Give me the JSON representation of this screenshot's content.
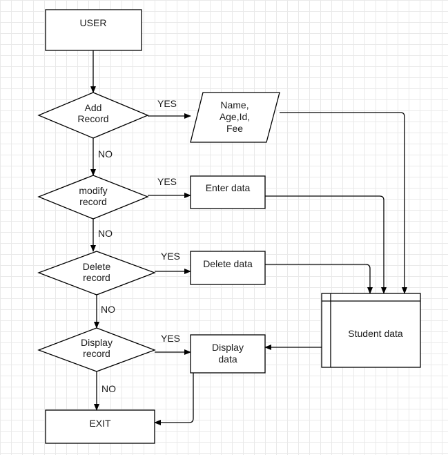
{
  "diagram": {
    "nodes": {
      "user": "USER",
      "add_record": [
        "Add",
        "Record"
      ],
      "modify_record": [
        "modify",
        "record"
      ],
      "delete_record": [
        "Delete",
        "record"
      ],
      "display_record": [
        "Display",
        "record"
      ],
      "exit": "EXIT",
      "fields": [
        "Name,",
        "Age,Id,",
        "Fee"
      ],
      "enter_data": "Enter data",
      "delete_data": "Delete data",
      "display_data": [
        "Display",
        "data"
      ],
      "student_data": "Student data"
    },
    "edge_labels": {
      "yes": "YES",
      "no": "NO"
    }
  }
}
